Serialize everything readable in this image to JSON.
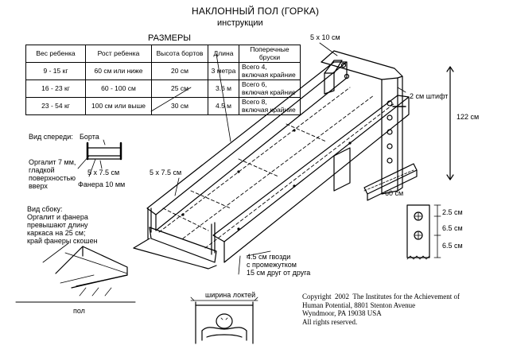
{
  "title": "НАКЛОННЫЙ ПОЛ (ГОРКА)",
  "subtitle": "инструкции",
  "sizes_heading": "РАЗМЕРЫ",
  "table": {
    "headers": [
      "Вес ребенка",
      "Рост ребенка",
      "Высота бортов",
      "Длина",
      "Поперечные бруски"
    ],
    "rows": [
      [
        "9 - 15 кг",
        "60 см или ниже",
        "20 см",
        "3 метра",
        "Всего 4,\nвключая крайние"
      ],
      [
        "16 - 23 кг",
        "60 - 100 см",
        "25 см",
        "3.6 м",
        "Всего 6,\nвключая крайние"
      ],
      [
        "23 - 54 кг",
        "100 см или выше",
        "30 см",
        "4.5 м",
        "Всего 8,\nвключая крайние"
      ]
    ]
  },
  "labels": {
    "beam_top": "5 x 10 см",
    "pin": "2 см штифт",
    "height": "122 см",
    "base_width": "60 см",
    "beam_mid": "5 x 7.5 см",
    "front_view_title": "Вид спереди:",
    "sides": "Борта",
    "front_beam": "5 x 7.5 см",
    "orgalit": "Оргалит 7 мм,\nгладкой\nповерхностью\nвверх",
    "plywood": "Фанера 10 мм",
    "side_view": "Вид сбоку:\nОргалит и фанера\nпревышают длину\nкаркаса на 25 см;\nкрай фанеры скошен",
    "floor": "пол",
    "nails": "4.5 см гвозди\nс промежутком\n15 см друг от друга",
    "elbow_width": "ширина локтей",
    "hole_gap_1": "2.5 см",
    "hole_gap_2": "6.5 см",
    "hole_gap_3": "6.5 см"
  },
  "copyright": "Copyright  2002  The Institutes for the Achievement of\nHuman Potential, 8801 Stenton Avenue\nWyndmoor, PA 19038 USA\nAll rights reserved."
}
